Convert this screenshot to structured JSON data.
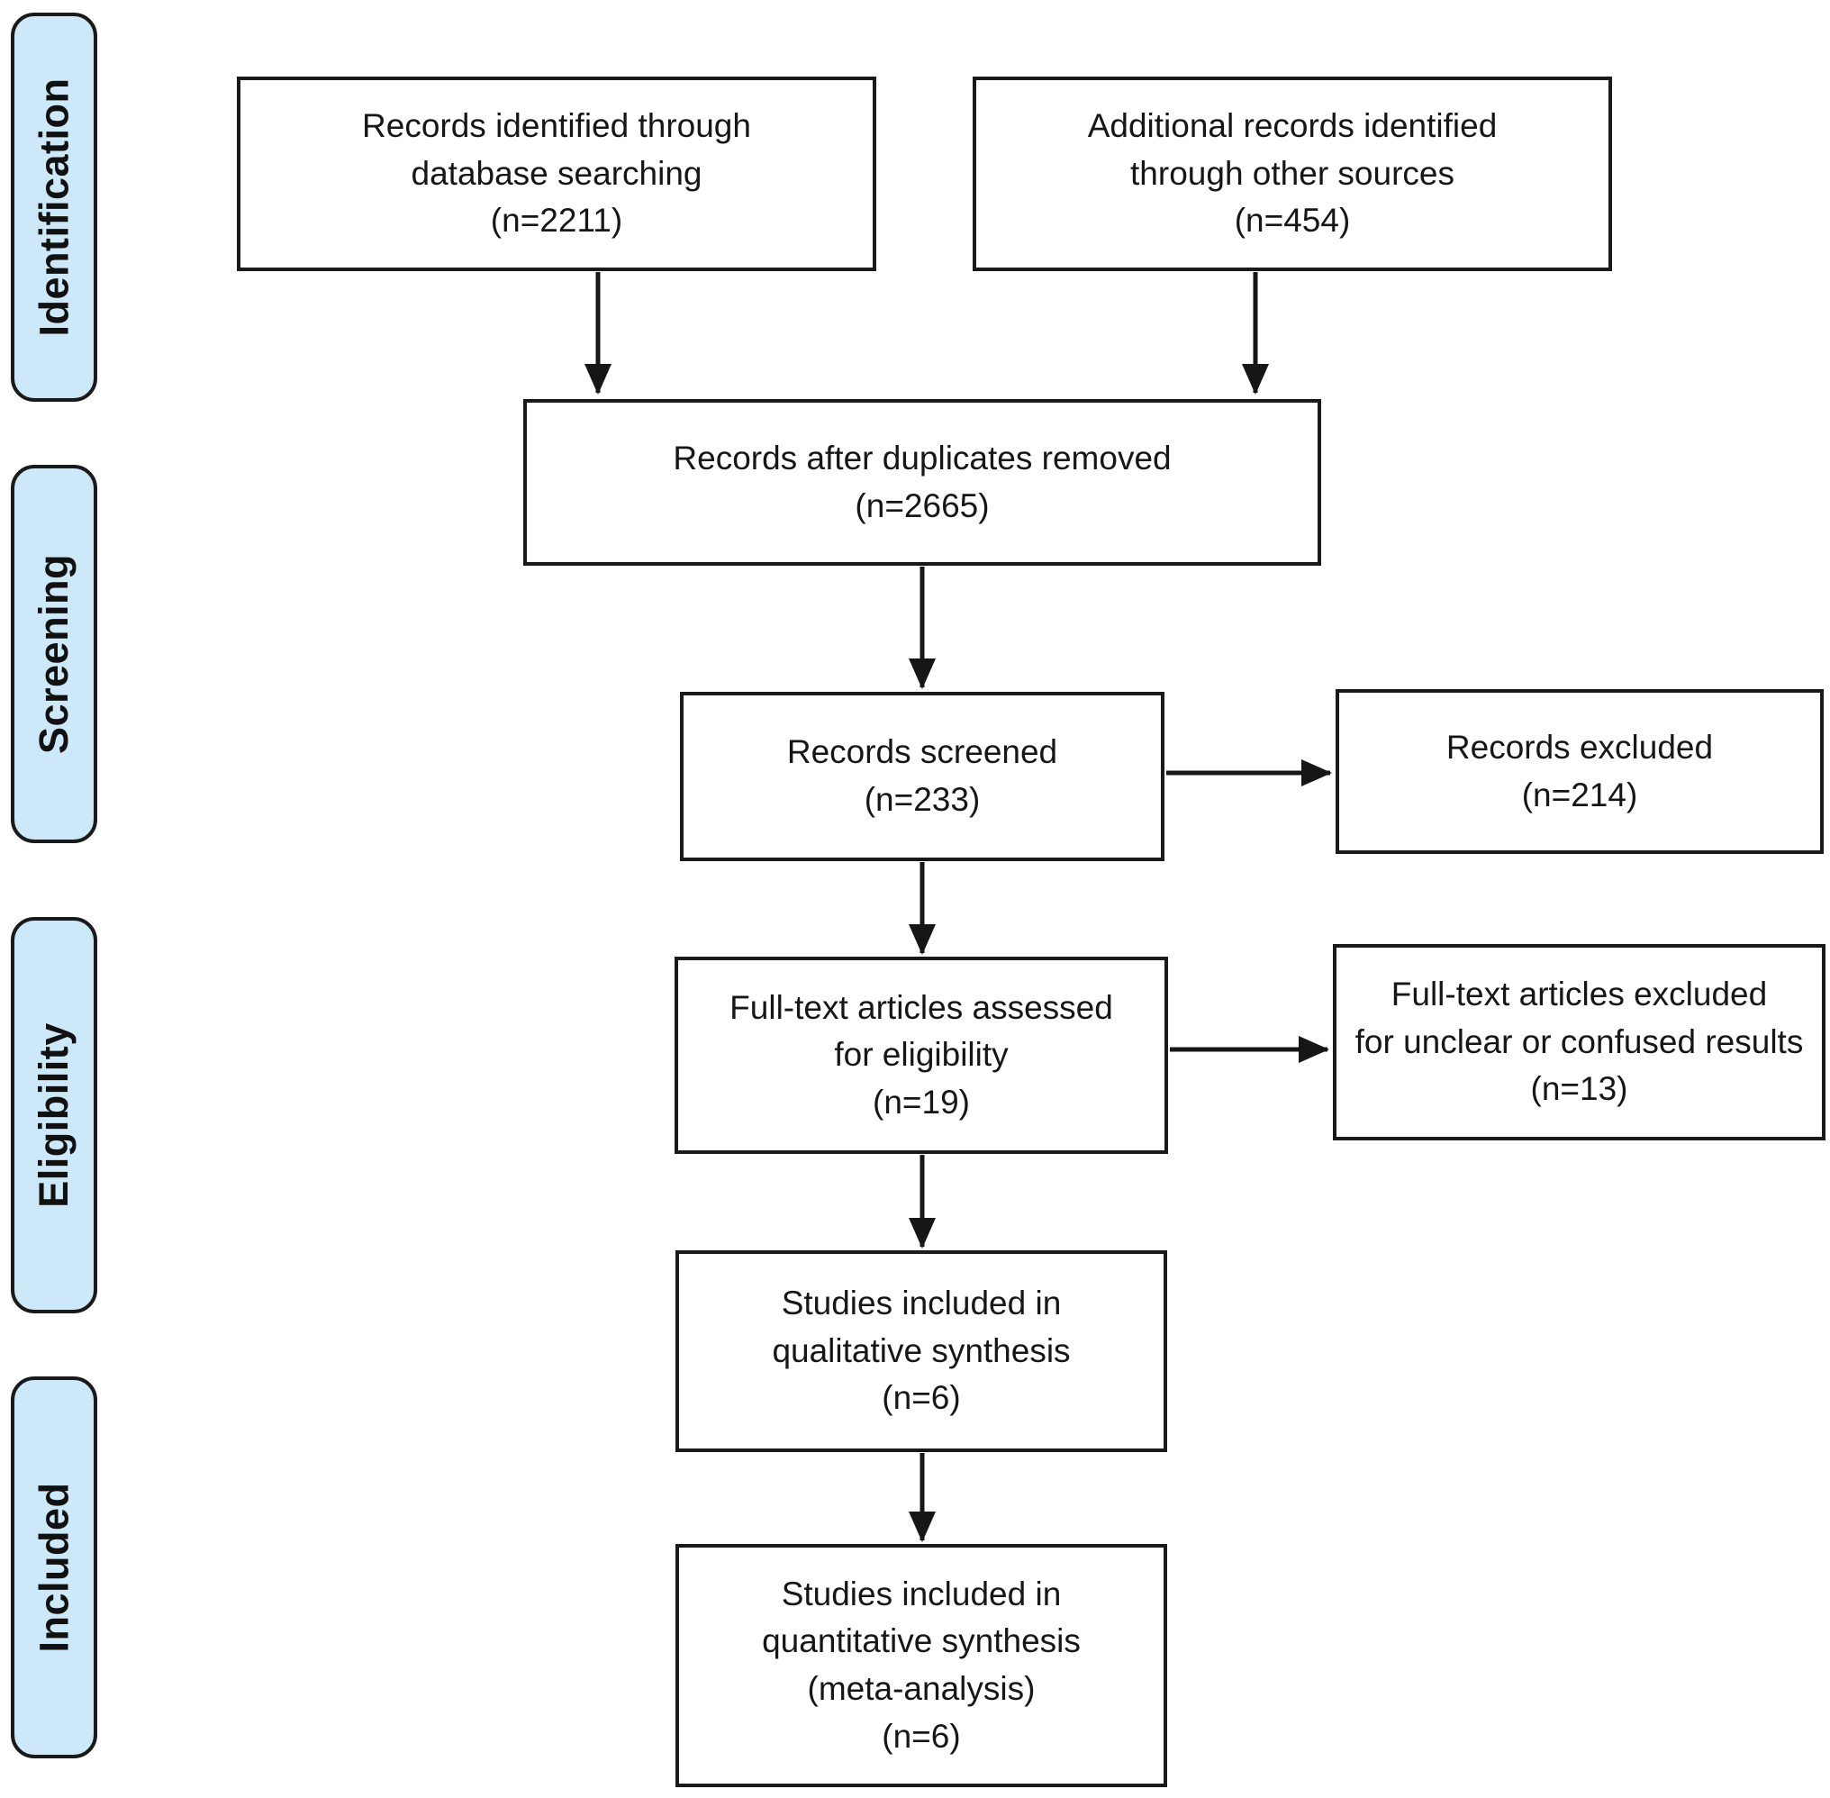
{
  "stages": [
    {
      "id": "identification",
      "label": "Identification"
    },
    {
      "id": "screening",
      "label": "Screening"
    },
    {
      "id": "eligibility",
      "label": "Eligibility"
    },
    {
      "id": "included",
      "label": "Included"
    }
  ],
  "boxes": [
    {
      "id": "records-identified-database",
      "text": "Records identified through\ndatabase searching\n(n=2211)",
      "n": 2211
    },
    {
      "id": "additional-records-other",
      "text": "Additional records identified\nthrough other sources\n(n=454)",
      "n": 454
    },
    {
      "id": "records-after-duplicates",
      "text": "Records after duplicates removed\n(n=2665)",
      "n": 2665
    },
    {
      "id": "records-screened",
      "text": "Records screened\n(n=233)",
      "n": 233
    },
    {
      "id": "records-excluded",
      "text": "Records excluded\n(n=214)",
      "n": 214
    },
    {
      "id": "fulltext-assessed",
      "text": "Full-text articles assessed\nfor eligibility\n(n=19)",
      "n": 19
    },
    {
      "id": "fulltext-excluded",
      "text": "Full-text articles excluded\nfor unclear or confused results\n(n=13)",
      "n": 13
    },
    {
      "id": "studies-qualitative",
      "text": "Studies included in\nqualitative synthesis\n(n=6)",
      "n": 6
    },
    {
      "id": "studies-quantitative",
      "text": "Studies included in\nquantitative synthesis\n(meta-analysis)\n(n=6)",
      "n": 6
    }
  ],
  "colors": {
    "stage_fill": "#cde8f8",
    "box_fill": "#ffffff",
    "line": "#161616"
  }
}
